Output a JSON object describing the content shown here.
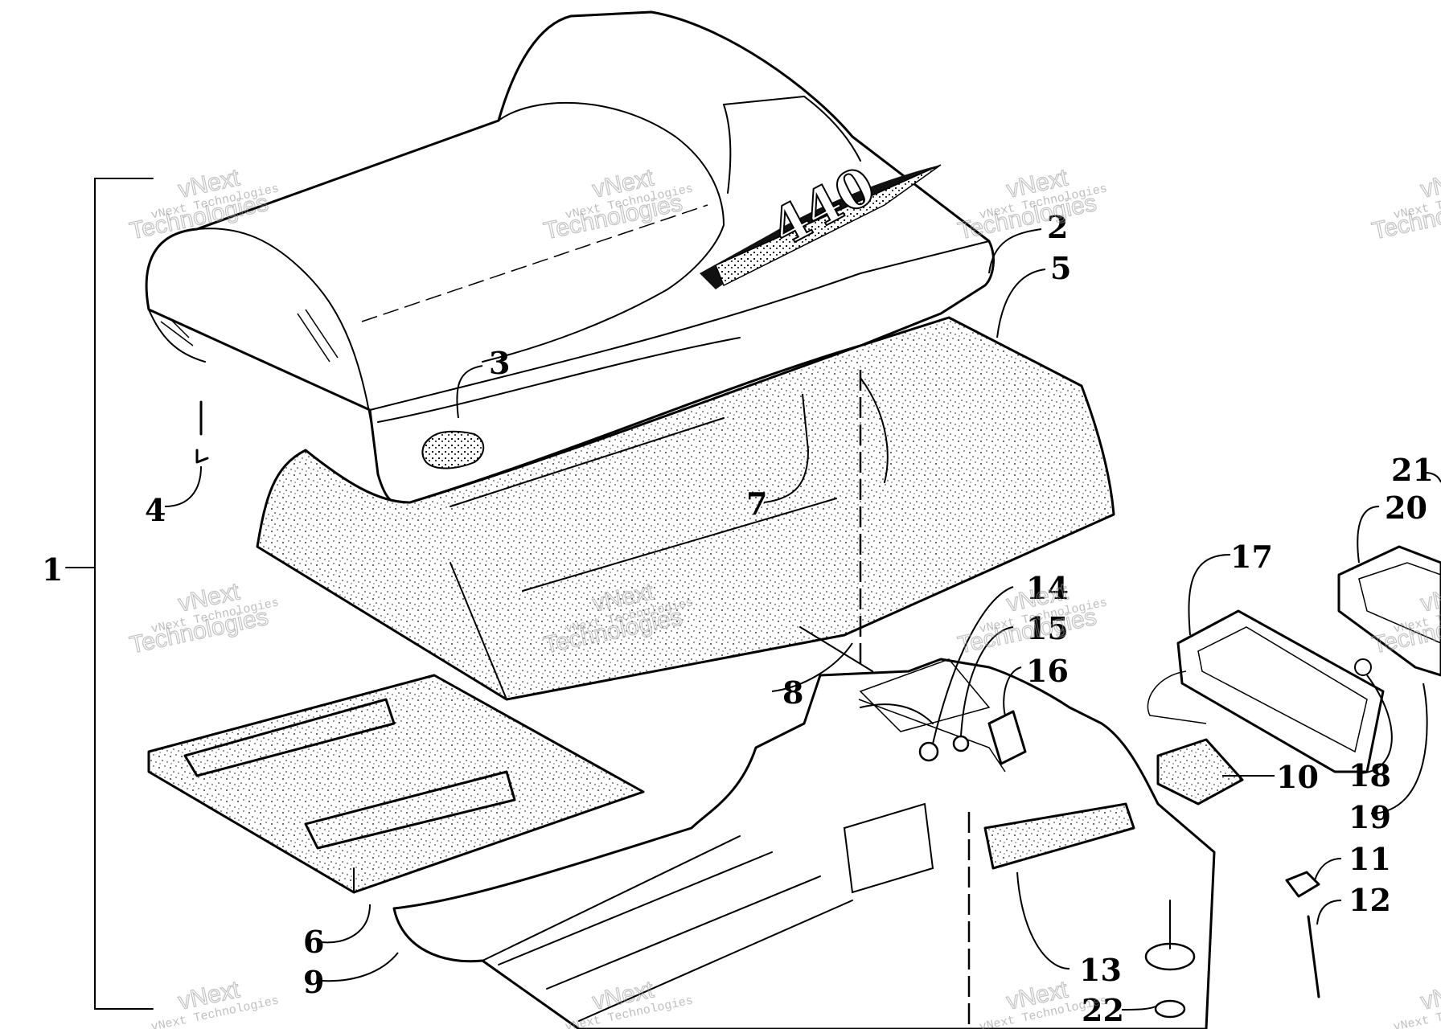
{
  "watermark": {
    "line1": "vNext",
    "line2": "Technologies",
    "small": "vNext Technologies"
  },
  "decal_text": "440",
  "callouts": [
    {
      "id": "c1",
      "label": "1"
    },
    {
      "id": "c2",
      "label": "2"
    },
    {
      "id": "c3",
      "label": "3"
    },
    {
      "id": "c4",
      "label": "4"
    },
    {
      "id": "c5",
      "label": "5"
    },
    {
      "id": "c6",
      "label": "6"
    },
    {
      "id": "c7",
      "label": "7"
    },
    {
      "id": "c8",
      "label": "8"
    },
    {
      "id": "c9",
      "label": "9"
    },
    {
      "id": "c10",
      "label": "10"
    },
    {
      "id": "c11",
      "label": "11"
    },
    {
      "id": "c12",
      "label": "12"
    },
    {
      "id": "c13",
      "label": "13"
    },
    {
      "id": "c14",
      "label": "14"
    },
    {
      "id": "c15",
      "label": "15"
    },
    {
      "id": "c16",
      "label": "16"
    },
    {
      "id": "c17",
      "label": "17"
    },
    {
      "id": "c18",
      "label": "18"
    },
    {
      "id": "c19",
      "label": "19"
    },
    {
      "id": "c20",
      "label": "20"
    },
    {
      "id": "c21",
      "label": "21"
    },
    {
      "id": "c22",
      "label": "22"
    }
  ],
  "colors": {
    "ink": "#000000",
    "paper": "#ffffff",
    "watermark": "#8a8a8a"
  }
}
